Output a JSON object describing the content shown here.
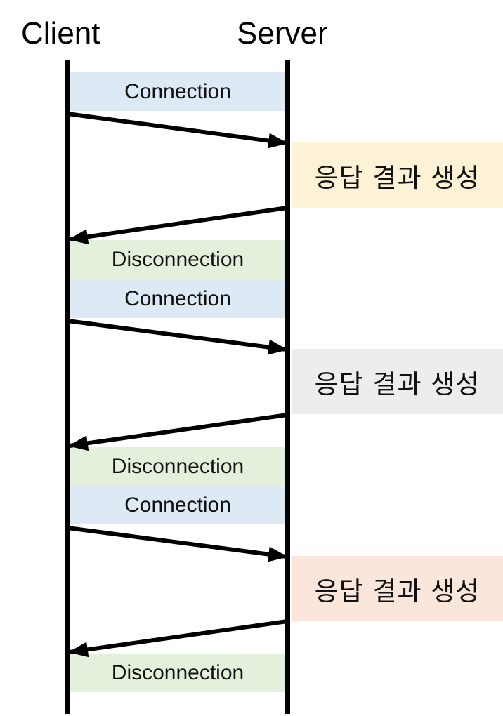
{
  "actors": {
    "client": "Client",
    "server": "Server"
  },
  "sequence": [
    {
      "connect_label": "Connection",
      "process_label": "응답 결과 생성",
      "process_color": "#FDF1D6",
      "disconnect_label": "Disconnection"
    },
    {
      "connect_label": "Connection",
      "process_label": "응답 결과 생성",
      "process_color": "#EDEDED",
      "disconnect_label": "Disconnection"
    },
    {
      "connect_label": "Connection",
      "process_label": "응답 결과 생성",
      "process_color": "#FBE6DB",
      "disconnect_label": "Disconnection"
    }
  ],
  "colors": {
    "connection_band": "#DDE9F5",
    "disconnection_band": "#E3F0DB",
    "line": "#000000"
  }
}
